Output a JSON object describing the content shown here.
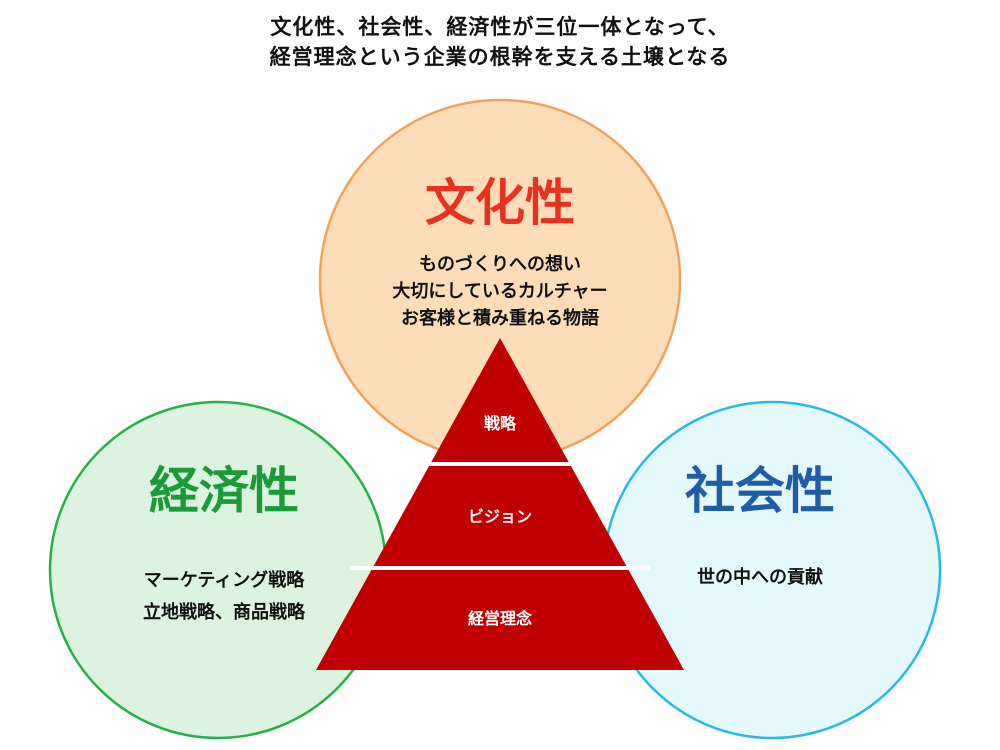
{
  "header": {
    "line1": "文化性、社会性、経済性が三位一体となって、",
    "line2": "経営理念という企業の根幹を支える土壌となる"
  },
  "culture": {
    "title": "文化性",
    "lines": [
      "ものづくりへの想い",
      "大切にしているカルチャー",
      "お客様と積み重ねる物語"
    ],
    "title_color": "#e8311f",
    "fill": "#fddcb8",
    "stroke": "#f0a35a"
  },
  "economy": {
    "title": "経済性",
    "lines": [
      "マーケティング戦略",
      "立地戦略、商品戦略"
    ],
    "title_color": "#1a9a38",
    "fill": "#dcf4df",
    "stroke": "#25b04c"
  },
  "society": {
    "title": "社会性",
    "lines": [
      "世の中への貢献"
    ],
    "title_color": "#1f5da8",
    "fill": "#e4f9fc",
    "stroke": "#2ab8e4"
  },
  "pyramid": {
    "fill": "#c00000",
    "tiers": [
      {
        "label": "戦略"
      },
      {
        "label": "ビジョン"
      },
      {
        "label": "経営理念"
      }
    ]
  }
}
